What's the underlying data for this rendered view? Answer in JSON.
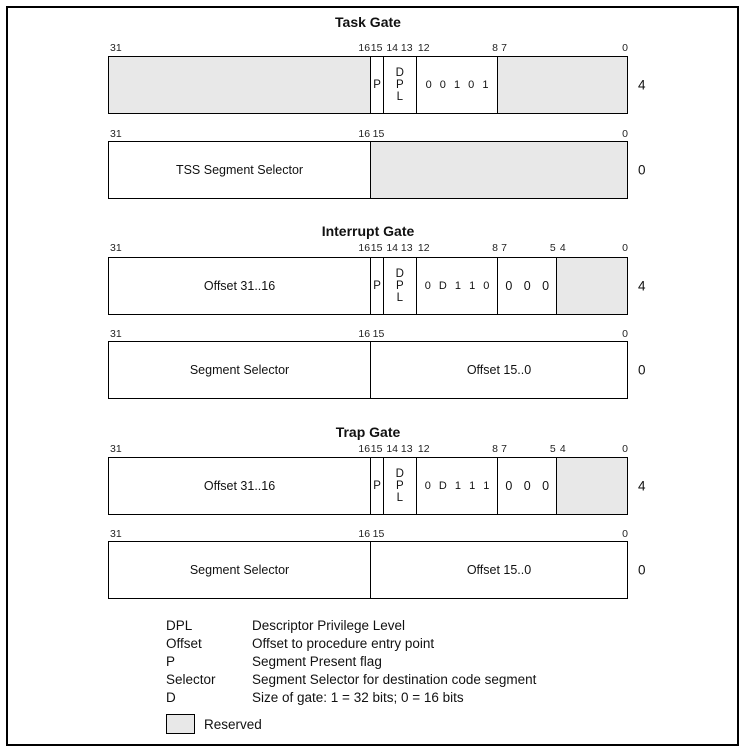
{
  "colors": {
    "reserved_fill": "#e8e8e8",
    "border": "#000000",
    "text": "#111111"
  },
  "gates": [
    {
      "title": "Task Gate",
      "high": {
        "bit_labels": {
          "b31": "31",
          "b16": "16",
          "b15": "15",
          "b14_13": "14 13",
          "b12": "12",
          "b8": "8",
          "b7": "7",
          "b0": "0"
        },
        "cells": {
          "left": "",
          "p": "P",
          "dpl": "D\nP\nL",
          "type": "0 0 1 0 1",
          "right": ""
        },
        "byte_offset": "4"
      },
      "low": {
        "bit_labels": {
          "b31": "31",
          "b16": "16",
          "b15": "15",
          "b0": "0"
        },
        "cells": {
          "left": "TSS Segment Selector",
          "right": ""
        },
        "byte_offset": "0"
      }
    },
    {
      "title": "Interrupt Gate",
      "high": {
        "bit_labels": {
          "b31": "31",
          "b16": "16",
          "b15": "15",
          "b14_13": "14 13",
          "b12": "12",
          "b8": "8",
          "b7": "7",
          "b5": "5",
          "b4": "4",
          "b0": "0"
        },
        "cells": {
          "left": "Offset 31..16",
          "p": "P",
          "dpl": "D\nP\nL",
          "type": "0 D 1 1 0",
          "mid": "0 0 0",
          "right": ""
        },
        "byte_offset": "4"
      },
      "low": {
        "bit_labels": {
          "b31": "31",
          "b16": "16",
          "b15": "15",
          "b0": "0"
        },
        "cells": {
          "left": "Segment Selector",
          "right": "Offset 15..0"
        },
        "byte_offset": "0"
      }
    },
    {
      "title": "Trap Gate",
      "high": {
        "bit_labels": {
          "b31": "31",
          "b16": "16",
          "b15": "15",
          "b14_13": "14 13",
          "b12": "12",
          "b8": "8",
          "b7": "7",
          "b5": "5",
          "b4": "4",
          "b0": "0"
        },
        "cells": {
          "left": "Offset 31..16",
          "p": "P",
          "dpl": "D\nP\nL",
          "type": "0 D 1 1 1",
          "mid": "0 0 0",
          "right": ""
        },
        "byte_offset": "4"
      },
      "low": {
        "bit_labels": {
          "b31": "31",
          "b16": "16",
          "b15": "15",
          "b0": "0"
        },
        "cells": {
          "left": "Segment Selector",
          "right": "Offset 15..0"
        },
        "byte_offset": "0"
      }
    }
  ],
  "legend": {
    "entries": [
      {
        "term": "DPL",
        "desc": "Descriptor Privilege Level"
      },
      {
        "term": "Offset",
        "desc": "Offset to procedure entry point"
      },
      {
        "term": "P",
        "desc": "Segment Present flag"
      },
      {
        "term": "Selector",
        "desc": "Segment Selector for destination code segment"
      },
      {
        "term": "D",
        "desc": "Size of gate: 1 = 32 bits; 0 = 16 bits"
      }
    ],
    "reserved_label": "Reserved"
  }
}
